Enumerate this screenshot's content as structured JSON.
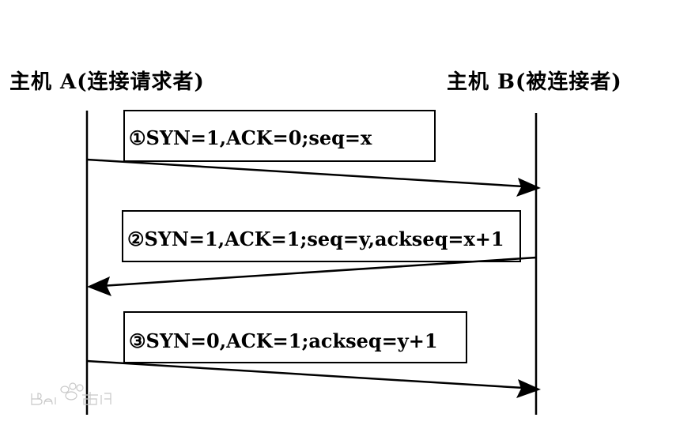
{
  "hosts": {
    "a_label": "主机 A(连接请求者)",
    "b_label": "主机 B(被连接者)"
  },
  "messages": [
    {
      "text": "①SYN=1,ACK=0;seq=x",
      "direction": "A-to-B"
    },
    {
      "text": "②SYN=1,ACK=1;seq=y,ackseq=x+1",
      "direction": "B-to-A"
    },
    {
      "text": "③SYN=0,ACK=1;ackseq=y+1",
      "direction": "A-to-B"
    }
  ],
  "watermark": "Bai百科",
  "colors": {
    "ink": "#000000",
    "background": "#ffffff",
    "watermark": "#c8c8c8"
  }
}
